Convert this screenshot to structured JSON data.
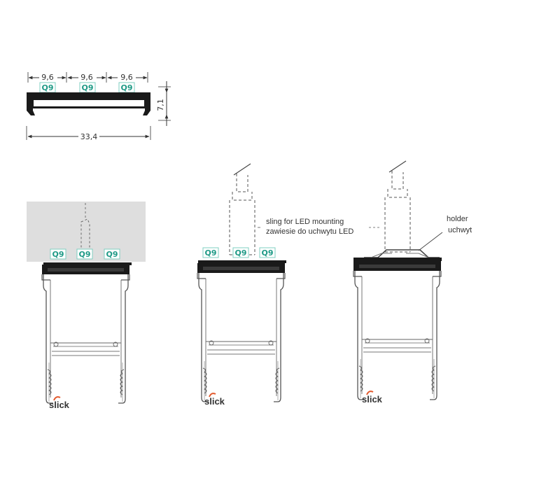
{
  "dimensions": {
    "slot_width_1": "9,6",
    "slot_width_2": "9,6",
    "slot_width_3": "9,6",
    "height": "7,1",
    "total_width": "33,4"
  },
  "q9_labels": {
    "top": [
      "Q9",
      "Q9",
      "Q9"
    ],
    "view1": [
      "Q9",
      "Q9",
      "Q9"
    ],
    "view2": [
      "Q9",
      "Q9",
      "Q9"
    ]
  },
  "annotations": {
    "sling_en": "sling for LED mounting",
    "sling_pl": "zawiesie do uchwytu LED",
    "holder_en": "holder",
    "holder_pl": "uchwyt"
  },
  "brand": {
    "logo_text": "slick",
    "accent_color": "#e2582b"
  },
  "colors": {
    "q9_text": "#1e9a86",
    "q9_border": "#7fcfc0",
    "profile_black": "#1a1a1a",
    "ceiling_gray": "#dedede",
    "line_gray": "#555555"
  }
}
